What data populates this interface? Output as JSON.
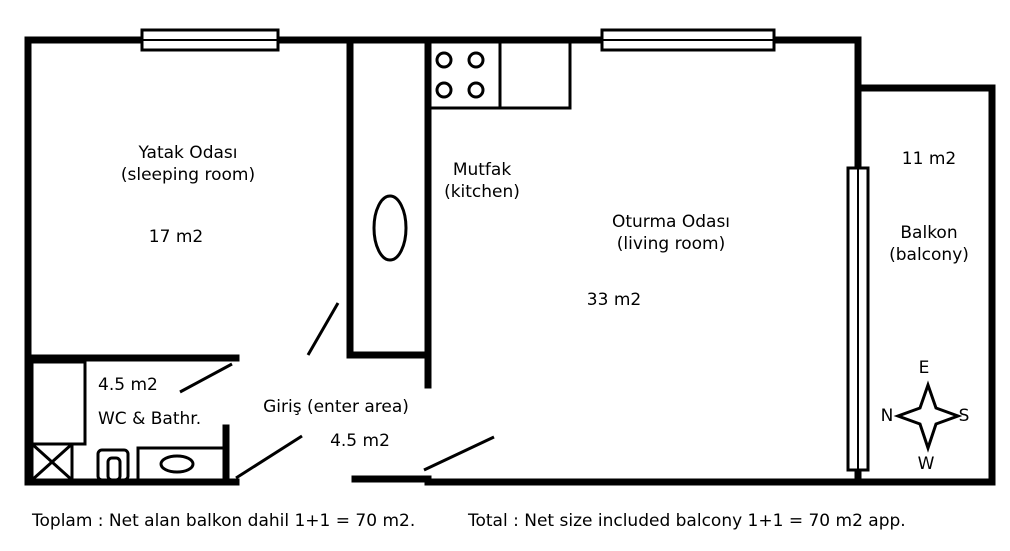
{
  "rooms": {
    "bedroom": {
      "name": "Yatak Odası",
      "name_en": "(sleeping room)",
      "area": "17 m2"
    },
    "kitchen": {
      "name": "Mutfak",
      "name_en": "(kitchen)"
    },
    "living": {
      "name": "Oturma Odası",
      "name_en": "(living room)",
      "area": "33 m2"
    },
    "balcony": {
      "name": "Balkon",
      "name_en": "(balcony)",
      "area": "11 m2"
    },
    "bath": {
      "area": "4.5 m2",
      "name": "WC & Bathr."
    },
    "entry": {
      "name": "Giriş (enter area)",
      "area": "4.5 m2"
    }
  },
  "compass": {
    "n": "N",
    "e": "E",
    "s": "S",
    "w": "W"
  },
  "footer": {
    "left": "Toplam : Net alan balkon dahil  1+1 = 70 m2.",
    "right": "Total : Net size included balcony  1+1 = 70 m2 app."
  }
}
